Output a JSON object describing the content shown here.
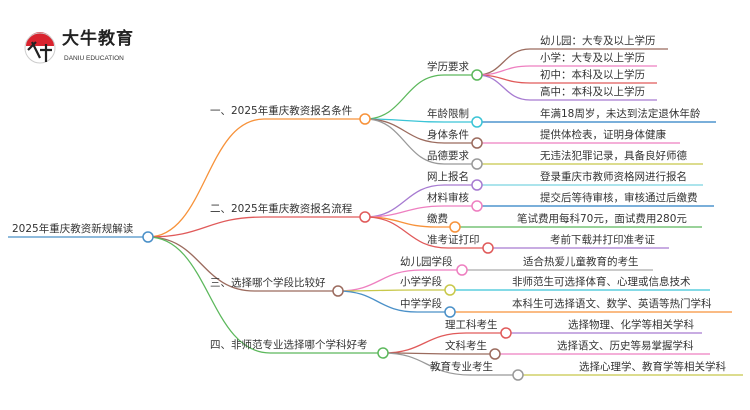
{
  "logo": {
    "name_cn": "大牛教育",
    "name_en": "DANIU EDUCATION",
    "mark_text": "大牛"
  },
  "root": {
    "label": "2025年重庆教资新规解读"
  },
  "branches": [
    {
      "label": "一、2025年重庆教资报名条件",
      "children": [
        {
          "label": "学历要求",
          "children": [
            "幼儿园：大专及以上学历",
            "小学：大专及以上学历",
            "初中：本科及以上学历",
            "高中：本科及以上学历"
          ]
        },
        {
          "label": "年龄限制",
          "children": [
            "年满18周岁，未达到法定退休年龄"
          ]
        },
        {
          "label": "身体条件",
          "children": [
            "提供体检表，证明身体健康"
          ]
        },
        {
          "label": "品德要求",
          "children": [
            "无违法犯罪记录，具备良好师德"
          ]
        }
      ]
    },
    {
      "label": "二、2025年重庆教资报名流程",
      "children": [
        {
          "label": "网上报名",
          "children": [
            "登录重庆市教师资格网进行报名"
          ]
        },
        {
          "label": "材料审核",
          "children": [
            "提交后等待审核，审核通过后缴费"
          ]
        },
        {
          "label": "缴费",
          "children": [
            "笔试费用每科70元，面试费用280元"
          ]
        },
        {
          "label": "准考证打印",
          "children": [
            "考前下载并打印准考证"
          ]
        }
      ]
    },
    {
      "label": "三、选择哪个学段比较好",
      "children": [
        {
          "label": "幼儿园学段",
          "children": [
            "适合热爱儿童教育的考生"
          ]
        },
        {
          "label": "小学学段",
          "children": [
            "非师范生可选择体育、心理或信息技术"
          ]
        },
        {
          "label": "中学学段",
          "children": [
            "本科生可选择语文、数学、英语等热门学科"
          ]
        }
      ]
    },
    {
      "label": "四、非师范专业选择哪个学科好考",
      "children": [
        {
          "label": "理工科考生",
          "children": [
            "选择物理、化学等相关学科"
          ]
        },
        {
          "label": "文科考生",
          "children": [
            "选择语文、历史等易掌握学科"
          ]
        },
        {
          "label": "教育专业考生",
          "children": [
            "选择心理学、教育学等相关学科"
          ]
        }
      ]
    }
  ],
  "colors": {
    "root": "#4a90c8",
    "branches": [
      "#f7923a",
      "#e05a5a",
      "#9b6b5e",
      "#5cb85c"
    ]
  }
}
